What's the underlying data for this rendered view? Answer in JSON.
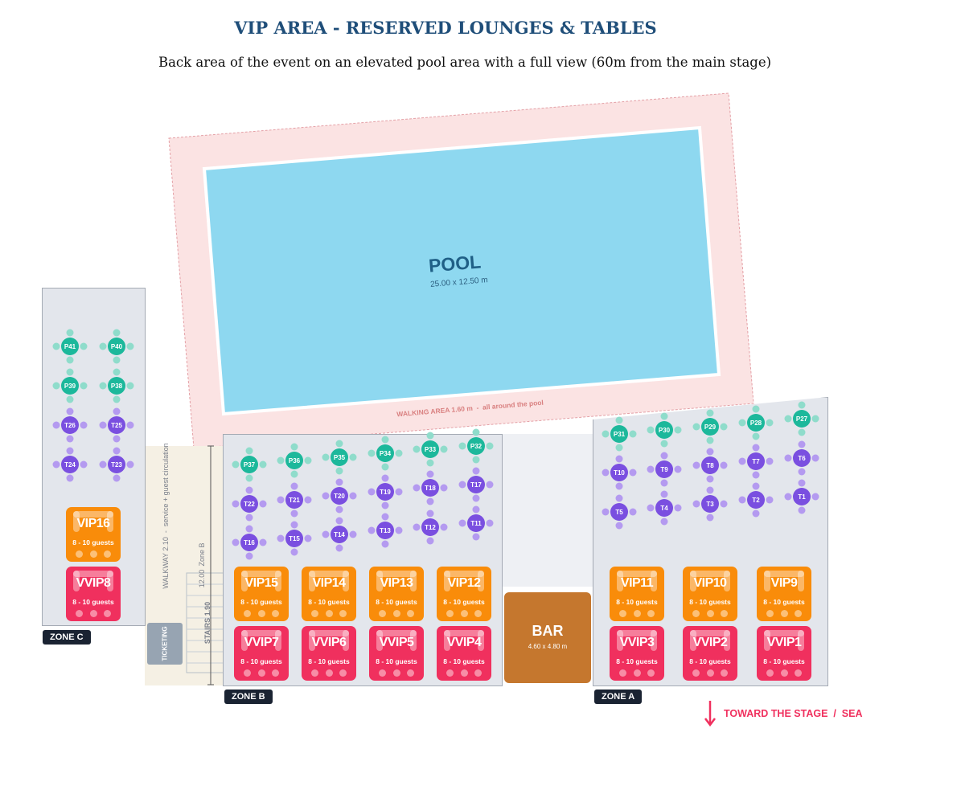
{
  "title": "VIP AREA - RESERVED LOUNGES & TABLES",
  "subtitle": "Back area of the event on an elevated pool area with a full view (60m from the main stage)",
  "pool": {
    "label": "POOL",
    "dimensions": "25.00 x 12.50 m"
  },
  "walking_area": "WALKING AREA 1.60 m  -  all around the pool",
  "walkway": "WALKWAY 2.10  -  service + guest circulation",
  "measure_1": "12.00",
  "measure_zone": "Zone B",
  "stairs": "STAIRS 1.90",
  "ticketing": "TICKETING",
  "bar": {
    "label": "BAR",
    "dimensions": "4.60 x 4.80 m"
  },
  "zones": {
    "a": "ZONE A",
    "b": "ZONE B",
    "c": "ZONE C"
  },
  "toward": "TOWARD THE STAGE  /  SEA",
  "colors": {
    "teal": "#1cb89b",
    "purple": "#7a4fe0",
    "orange": "#f98c0a",
    "red": "#f0305e",
    "bar": "#c5772e",
    "pool": "#8ed8f0"
  },
  "lounges": [
    {
      "name": "VIP16",
      "guests": "8 - 10 guests",
      "type": "orange"
    },
    {
      "name": "VVIP8",
      "guests": "8 - 10 guests",
      "type": "red"
    },
    {
      "name": "VIP15",
      "guests": "8 - 10 guests",
      "type": "orange"
    },
    {
      "name": "VIP14",
      "guests": "8 - 10 guests",
      "type": "orange"
    },
    {
      "name": "VIP13",
      "guests": "8 - 10 guests",
      "type": "orange"
    },
    {
      "name": "VIP12",
      "guests": "8 - 10 guests",
      "type": "orange"
    },
    {
      "name": "VVIP7",
      "guests": "8 - 10 guests",
      "type": "red"
    },
    {
      "name": "VVIP6",
      "guests": "8 - 10 guests",
      "type": "red"
    },
    {
      "name": "VVIP5",
      "guests": "8 - 10 guests",
      "type": "red"
    },
    {
      "name": "VVIP4",
      "guests": "8 - 10 guests",
      "type": "red"
    },
    {
      "name": "VIP11",
      "guests": "8 - 10 guests",
      "type": "orange"
    },
    {
      "name": "VIP10",
      "guests": "8 - 10 guests",
      "type": "orange"
    },
    {
      "name": "VIP9",
      "guests": "8 - 10 guests",
      "type": "orange"
    },
    {
      "name": "VVIP3",
      "guests": "8 - 10 guests",
      "type": "red"
    },
    {
      "name": "VVIP2",
      "guests": "8 - 10 guests",
      "type": "red"
    },
    {
      "name": "VVIP1",
      "guests": "8 - 10 guests",
      "type": "red"
    }
  ],
  "tables": [
    {
      "label": "P41",
      "type": "teal"
    },
    {
      "label": "P40",
      "type": "teal"
    },
    {
      "label": "P39",
      "type": "teal"
    },
    {
      "label": "P38",
      "type": "teal"
    },
    {
      "label": "T26",
      "type": "purple"
    },
    {
      "label": "T25",
      "type": "purple"
    },
    {
      "label": "T24",
      "type": "purple"
    },
    {
      "label": "T23",
      "type": "purple"
    },
    {
      "label": "P37",
      "type": "teal"
    },
    {
      "label": "P36",
      "type": "teal"
    },
    {
      "label": "P35",
      "type": "teal"
    },
    {
      "label": "P34",
      "type": "teal"
    },
    {
      "label": "P33",
      "type": "teal"
    },
    {
      "label": "P32",
      "type": "teal"
    },
    {
      "label": "T22",
      "type": "purple"
    },
    {
      "label": "T21",
      "type": "purple"
    },
    {
      "label": "T20",
      "type": "purple"
    },
    {
      "label": "T19",
      "type": "purple"
    },
    {
      "label": "T18",
      "type": "purple"
    },
    {
      "label": "T17",
      "type": "purple"
    },
    {
      "label": "T16",
      "type": "purple"
    },
    {
      "label": "T15",
      "type": "purple"
    },
    {
      "label": "T14",
      "type": "purple"
    },
    {
      "label": "T13",
      "type": "purple"
    },
    {
      "label": "T12",
      "type": "purple"
    },
    {
      "label": "T11",
      "type": "purple"
    },
    {
      "label": "P31",
      "type": "teal"
    },
    {
      "label": "P30",
      "type": "teal"
    },
    {
      "label": "P29",
      "type": "teal"
    },
    {
      "label": "P28",
      "type": "teal"
    },
    {
      "label": "P27",
      "type": "teal"
    },
    {
      "label": "T10",
      "type": "purple"
    },
    {
      "label": "T9",
      "type": "purple"
    },
    {
      "label": "T8",
      "type": "purple"
    },
    {
      "label": "T7",
      "type": "purple"
    },
    {
      "label": "T6",
      "type": "purple"
    },
    {
      "label": "T5",
      "type": "purple"
    },
    {
      "label": "T4",
      "type": "purple"
    },
    {
      "label": "T3",
      "type": "purple"
    },
    {
      "label": "T2",
      "type": "purple"
    },
    {
      "label": "T1",
      "type": "purple"
    }
  ]
}
